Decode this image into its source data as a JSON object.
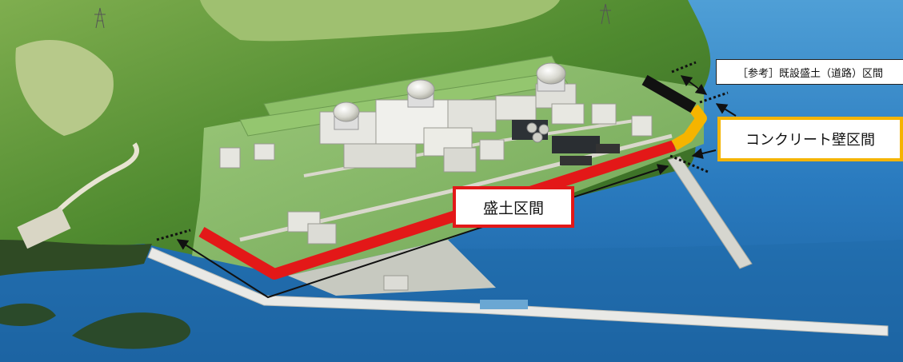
{
  "labels": {
    "reference_section": "［参考］既設盛土（道路）区間",
    "concrete_wall_section": "コンクリート壁区間",
    "embankment_section": "盛土区間"
  },
  "colors": {
    "embankment_line": "#e31818",
    "concrete_wall_line": "#f5b400",
    "existing_road_line": "#111111",
    "sea": "#1f6fb0",
    "land": "#4e8a32"
  },
  "icons": {
    "reactor_domes": "reactor-dome-icon",
    "arrows": "double-arrow-icon"
  }
}
